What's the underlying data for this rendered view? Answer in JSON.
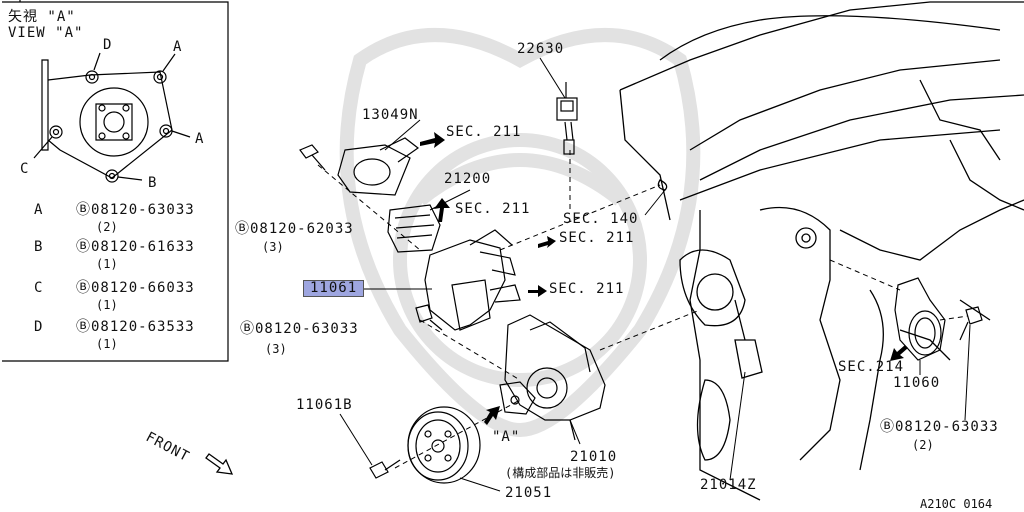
{
  "view": {
    "title_jp": "矢視 \"A\"",
    "title_en": "VIEW \"A\"",
    "callout_a": "A",
    "callout_b": "B",
    "callout_c": "C",
    "callout_d": "D",
    "legend": [
      {
        "key": "A",
        "part": "08120-63033",
        "qty": "(2)"
      },
      {
        "key": "B",
        "part": "08120-61633",
        "qty": "(1)"
      },
      {
        "key": "C",
        "part": "08120-66033",
        "qty": "(1)"
      },
      {
        "key": "D",
        "part": "08120-63533",
        "qty": "(1)"
      }
    ]
  },
  "parts": {
    "p22630": "22630",
    "p13049n": "13049N",
    "p21200": "21200",
    "p11061": "11061",
    "p11061b": "11061B",
    "p21051": "21051",
    "p21010": "21010",
    "p21010_note": "(構成部品は非販売)",
    "p21014z": "21014Z",
    "p11060": "11060",
    "view_a_mark": "\"A\"",
    "front": "FRONT"
  },
  "bolts": {
    "b1_part": "08120-62033",
    "b1_qty": "(3)",
    "b2_part": "08120-63033",
    "b2_qty": "(3)",
    "b3_part": "08120-63033",
    "b3_qty": "(2)"
  },
  "sections": {
    "s211_a": "SEC. 211",
    "s211_b": "SEC. 211",
    "s211_c": "SEC. 211",
    "s211_d": "SEC. 211",
    "s140": "SEC. 140",
    "s214": "SEC.214"
  },
  "drawing_code": "A210C 0164"
}
